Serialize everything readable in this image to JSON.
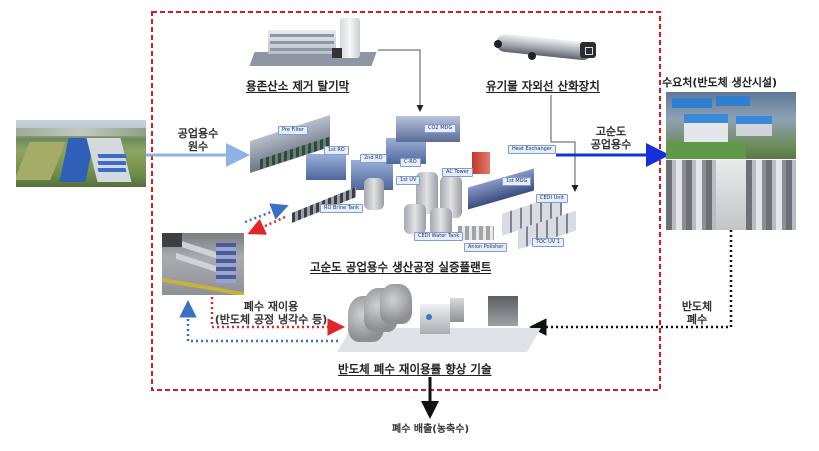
{
  "source": {
    "image": "water-reservoir-photo",
    "label_line1": "공업용수",
    "label_line2": "원수"
  },
  "equipment_top": {
    "deaerator_title": "용존산소 제거 탈기막",
    "uv_oxidizer_title": "유기물 자외선 산화장치"
  },
  "main_plant": {
    "title": "고순도 공업용수 생산공정 실증플랜트",
    "tags": [
      "Pre Filter",
      "1st RO",
      "2nd RO",
      "C-RO",
      "CO2 MDG",
      "Heat Exchanger",
      "1st UV",
      "AC Tower",
      "1st MDG",
      "CEDI Unit",
      "CEDI Water Tank",
      "Anion Polisher",
      "TOC UV 1",
      "RO Brine Tank"
    ]
  },
  "output": {
    "label_line1": "고순도",
    "label_line2": "공업용수"
  },
  "consumer": {
    "title": "수요처(반도체 생산시설)"
  },
  "wastewater": {
    "label_line1": "반도체",
    "label_line2": "폐수"
  },
  "reuse": {
    "label_line1": "폐수 재이용",
    "label_line2": "(반도체 공정 냉각수 등)"
  },
  "reuse_tech": {
    "title": "반도체 폐수 재이용률 향상 기술"
  },
  "discharge": {
    "label": "폐수 배출(농축수)"
  },
  "colors": {
    "boundary_red": "#c8202a",
    "raw_water_arrow": "#8fb3e0",
    "product_arrow": "#1530d8",
    "reuse_blue_dotted": "#3a6fc4",
    "reuse_red_dotted": "#e0262b",
    "wastewater_dotted": "#111111"
  }
}
